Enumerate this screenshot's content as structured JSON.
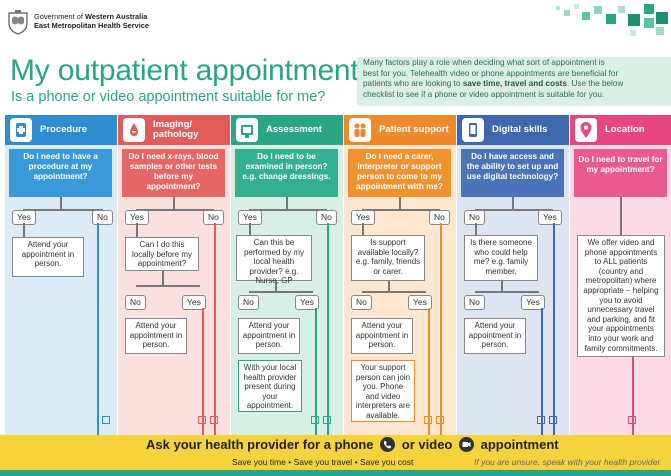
{
  "header": {
    "gov_line1_prefix": "Government of ",
    "gov_line1_bold": "Western Australia",
    "gov_line2": "East Metropolitan Health Service"
  },
  "title": "My outpatient appointment",
  "subtitle": "Is a phone or video appointment suitable for me?",
  "intro": {
    "line1": "Many factors play a role when deciding what sort of appointment is",
    "line2": "best for you. Telehealth video or phone appointments are beneficial for",
    "line3_pre": "patients who are looking to ",
    "line3_bold": "save time, travel and costs",
    "line3_post": ". Use the below",
    "line4": "checklist to see if a phone or video appointment is suitable for you."
  },
  "columns": [
    {
      "title": "Procedure",
      "icon": "procedure-icon",
      "question": "Do I need to have a procedure at my appointment?",
      "left": "Yes",
      "right": "No",
      "box1": "Attend your appointment in person."
    },
    {
      "title": "Imaging/ pathology",
      "icon": "imaging-icon",
      "question": "Do I need x-rays, blood samples or other tests before my appointment?",
      "left": "Yes",
      "right": "No",
      "box1": "Can I do this locally before my appointment?",
      "left2": "No",
      "right2": "Yes",
      "box2": "Attend your appointment in person."
    },
    {
      "title": "Assessment",
      "icon": "assessment-icon",
      "question": "Do I need to be examined in person? e.g. change dressings.",
      "left": "Yes",
      "right": "No",
      "box1": "Can this be performed by my local health provider? e.g. Nurse, GP",
      "left2": "No",
      "right2": "Yes",
      "box2": "Attend your appointment in person.",
      "box3": "With your local health provider present during your appointment."
    },
    {
      "title": "Patient support",
      "icon": "patient-support-icon",
      "question": "Do I need a carer, interpreter or support person to come to my appointment with me?",
      "left": "Yes",
      "right": "No",
      "box1": "Is support available locally? e.g. family, friends or carer.",
      "left2": "No",
      "right2": "Yes",
      "box2": "Attend your appointment in person.",
      "box3": "Your support person can join you. Phone and video interpreters are available."
    },
    {
      "title": "Digital skills",
      "icon": "digital-skills-icon",
      "question": "Do I have access and the ability to set up and use digital technology?",
      "left": "No",
      "right": "Yes",
      "box1": "Is there someone who could help me? e.g. family member.",
      "left2": "No",
      "right2": "Yes",
      "box2": "Attend your appointment in person."
    },
    {
      "title": "Location",
      "icon": "location-pin-icon",
      "question": "Do I need to travel for my appointment?",
      "box1": "We offer video and phone appointments to ALL patients (country and metropolitan) where appropriate – helping you to avoid unnecessary travel and parking, and fit your appointments into your work and family commitments."
    }
  ],
  "colors": {
    "procedure": "#2f8ccf",
    "imaging": "#e25b5b",
    "assessment": "#2aa586",
    "patient_support": "#ef8a2c",
    "digital_skills": "#3e67ae",
    "location": "#e74680",
    "footer": "#f5d33c",
    "brand_green": "#29a586"
  },
  "footer": {
    "ask_pre": "Ask your health provider for a phone",
    "ask_mid": "or video",
    "ask_post": "appointment",
    "save_time": "Save you time",
    "save_travel": "Save you travel",
    "save_cost": "Save you cost",
    "sep": "•",
    "unsure": "If you are unsure, speak with your health provider"
  }
}
